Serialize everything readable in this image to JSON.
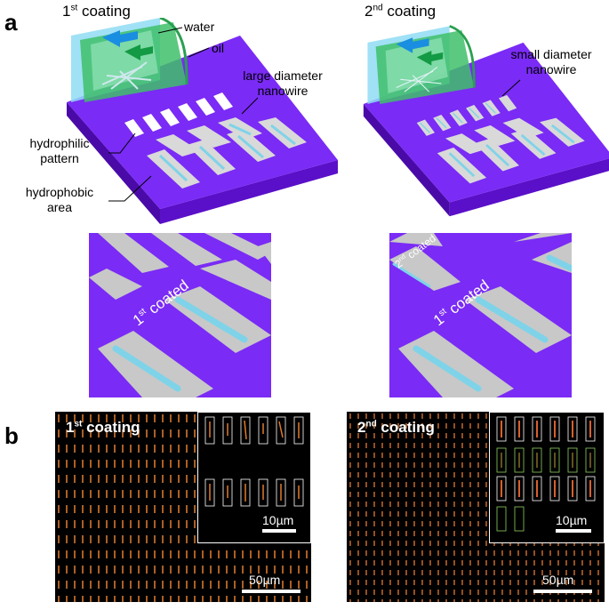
{
  "panel_a": {
    "letter": "a",
    "left_title": "1",
    "left_title_sup": "st",
    "left_title_rest": " coating",
    "right_title": "2",
    "right_title_sup": "nd",
    "right_title_rest": " coating",
    "label_water": "water",
    "label_oil": "oil",
    "label_large_1": "large diameter",
    "label_large_2": "nanowire",
    "label_small_1": "small diameter",
    "label_small_2": "nanowire",
    "label_hydrophilic_1": "hydrophilic",
    "label_hydrophilic_2": "pattern",
    "label_hydrophobic_1": "hydrophobic",
    "label_hydrophobic_2": "area",
    "zoom_left_num": "1",
    "zoom_left_sup": "st",
    "zoom_left_rest": " coated",
    "zoom_right_num": "1",
    "zoom_right_sup": "st",
    "zoom_right_rest": " coated",
    "zoom_right2_num": "2",
    "zoom_right2_sup": "nd",
    "zoom_right2_rest": " coated"
  },
  "panel_b": {
    "letter": "b",
    "left_title": "1",
    "left_title_sup": "st",
    "left_title_rest": " coating",
    "right_title": "2",
    "right_title_sup": "nd",
    "right_title_rest": " coating",
    "inset_scale": "10µm",
    "main_scale": "50µm"
  },
  "colors": {
    "substrate_top": "#7a2bf5",
    "substrate_side": "#5a10c8",
    "pad": "#d9d9d9",
    "nanowire": "#7fd3e8",
    "water": "#66ccee",
    "oil": "#33bb55"
  }
}
